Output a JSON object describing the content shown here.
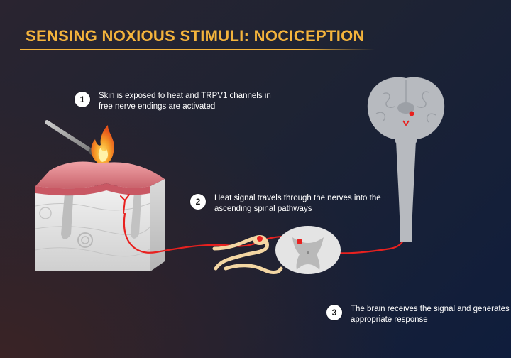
{
  "title": "SENSING NOXIOUS STIMULI: NOCICEPTION",
  "steps": [
    {
      "number": "1",
      "text": "Skin is exposed to heat and TRPV1 channels in free nerve endings are activated"
    },
    {
      "number": "2",
      "text": "Heat signal travels through the nerves into the ascending spinal pathways"
    },
    {
      "number": "3",
      "text": "The brain receives the signal and generates an appropriate response"
    }
  ],
  "colors": {
    "accent": "#f4b43c",
    "nerve_signal": "#e8211f",
    "skin": "#e8949a",
    "tissue": "#dcdcdc",
    "brain": "#b5b8bd"
  }
}
